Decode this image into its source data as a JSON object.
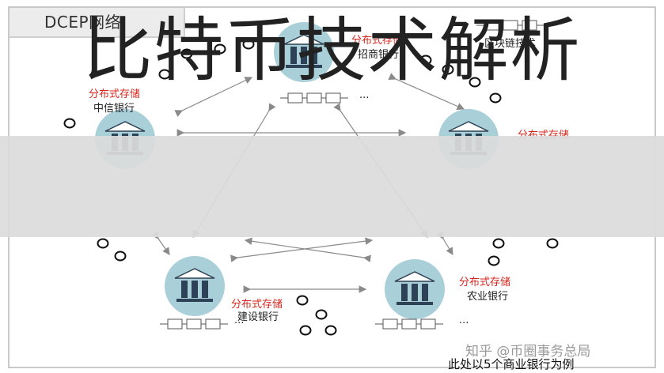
{
  "title": "DCEP网络",
  "legend": {
    "label": "区块链技术",
    "ellipsis": "..."
  },
  "banks": [
    {
      "name": "招商银行",
      "storage": "分布式存储"
    },
    {
      "name": "中信银行",
      "storage": "分布式存储"
    },
    {
      "name": "建设银行",
      "storage": "分布式存储"
    },
    {
      "name": "农业银行",
      "storage": "分布式存储"
    },
    {
      "storage": "分布式存储"
    }
  ],
  "chain_ellipsis": "...",
  "banner": "比特币技术解析",
  "watermark": "知乎 @币圈事务总局",
  "footer": "此处以5个商业银行为例",
  "colors": {
    "bank_circle": "#a9cfd9",
    "bank_icon": "#2d4256",
    "accent_red": "#d7261e",
    "arrow": "#8a8a8a"
  }
}
